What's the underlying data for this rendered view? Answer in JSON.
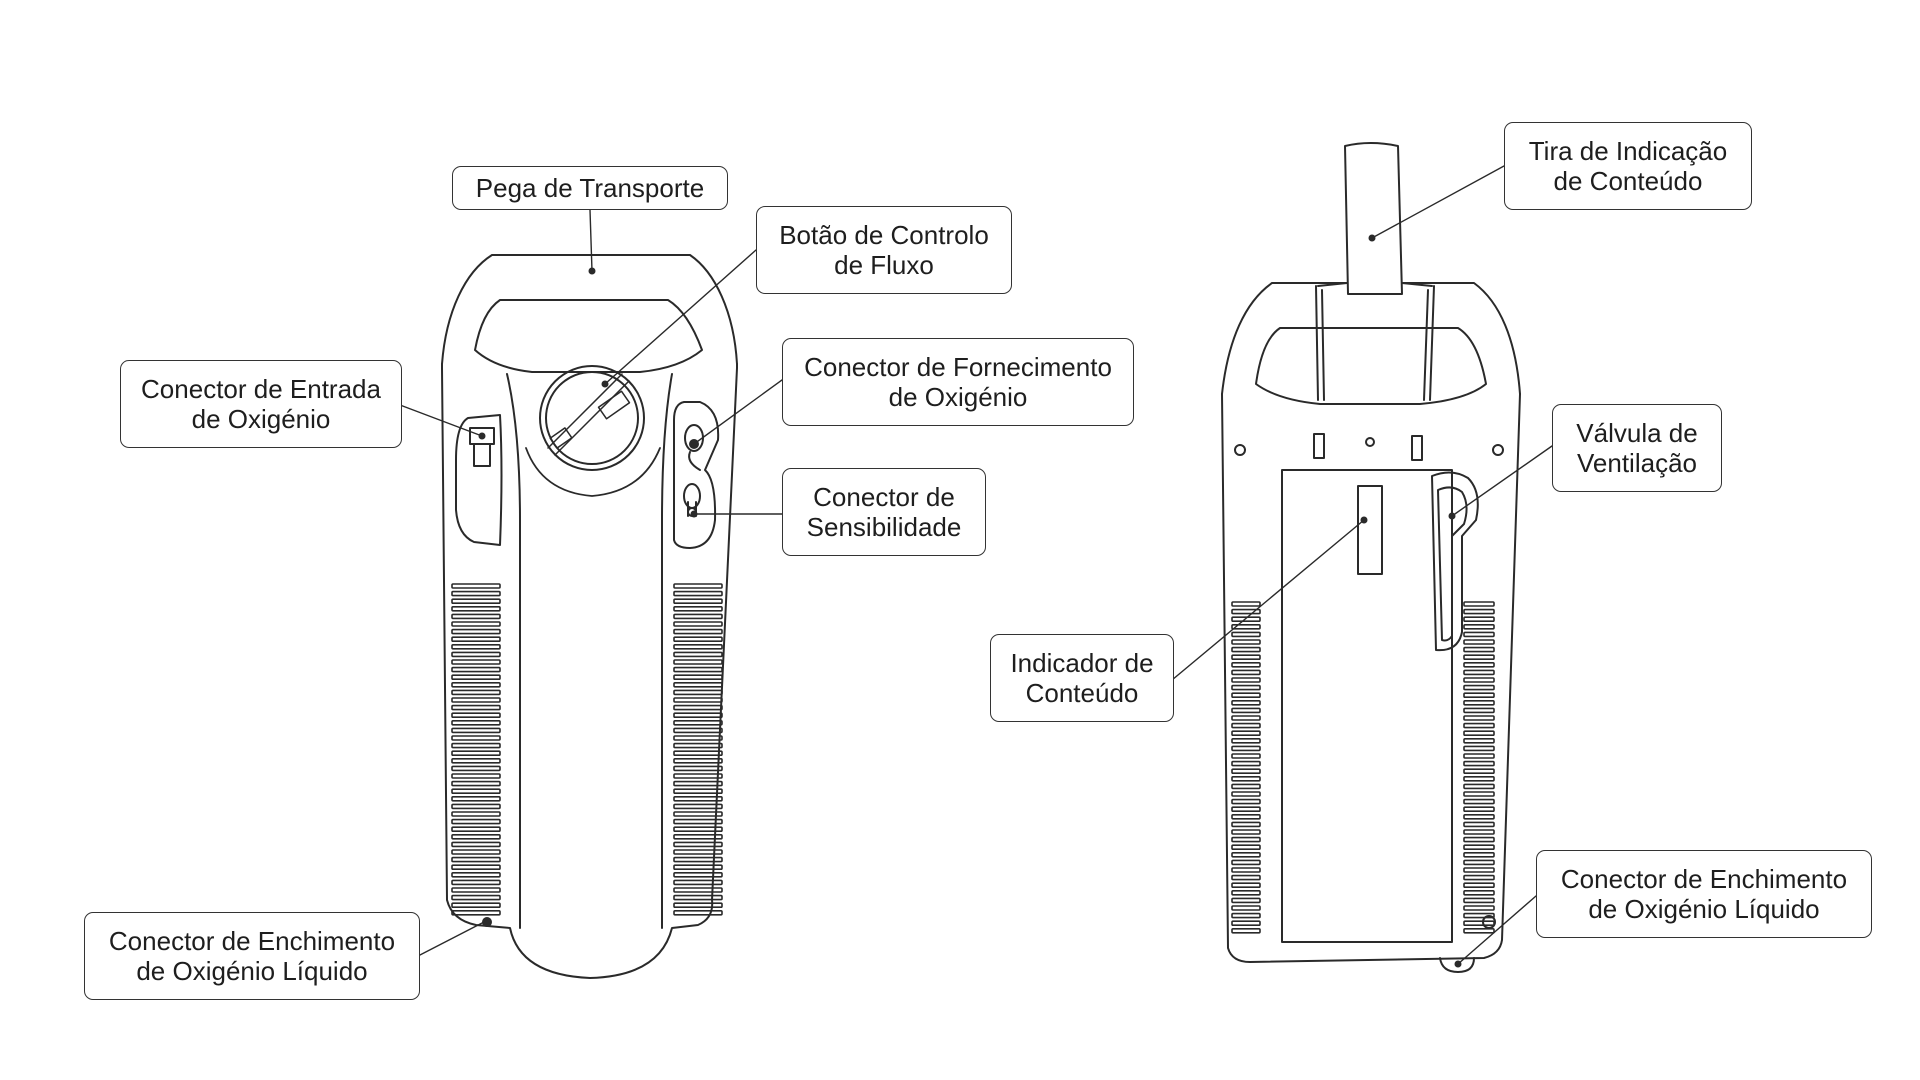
{
  "callouts": {
    "pega_transporte": [
      "Pega de Transporte"
    ],
    "botao_controlo_fluxo": [
      "Botão de Controlo",
      "de Fluxo"
    ],
    "conector_entrada": [
      "Conector de Entrada",
      "de Oxigénio"
    ],
    "conector_fornecimento": [
      "Conector de Fornecimento",
      "de Oxigénio"
    ],
    "conector_sensibilidade": [
      "Conector de",
      "Sensibilidade"
    ],
    "conector_enchimento_frente": [
      "Conector de Enchimento",
      "de Oxigénio Líquido"
    ],
    "tira_indicacao": [
      "Tira de Indicação",
      "de Conteúdo"
    ],
    "valvula_ventilacao": [
      "Válvula de",
      "Ventilação"
    ],
    "indicador_conteudo": [
      "Indicador de",
      "Conteúdo"
    ],
    "conector_enchimento_tras": [
      "Conector de Enchimento",
      "de Oxigénio Líquido"
    ]
  },
  "colors": {
    "line": "#2a2a2a",
    "text": "#1e1e1e",
    "background": "#ffffff"
  }
}
